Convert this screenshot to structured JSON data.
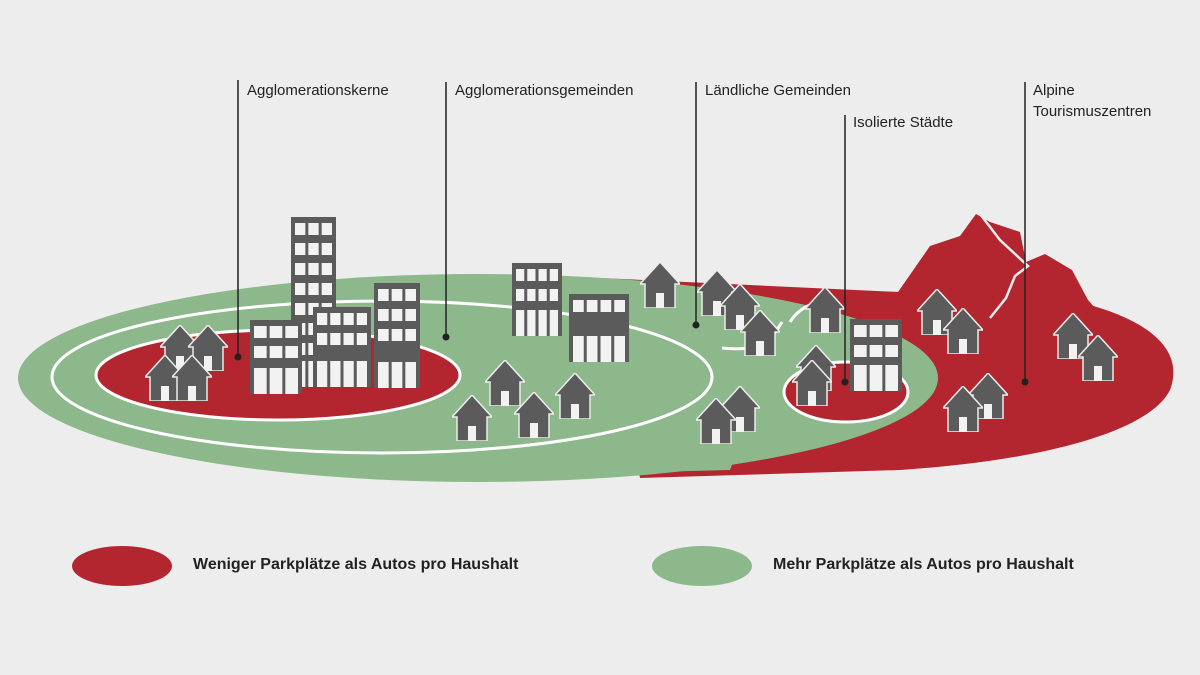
{
  "colors": {
    "background": "#ededed",
    "red": "#b3262f",
    "green": "#8db88c",
    "building": "#5b5b5b",
    "window": "#f2f2f2",
    "line": "#222222"
  },
  "labels": {
    "agglomerationskerne": "Agglomerationskerne",
    "agglomerationsgemeinden": "Agglomerationsgemeinden",
    "laendliche_gemeinden": "Ländliche Gemeinden",
    "isolierte_staedte": "Isolierte Städte",
    "alpine_line1": "Alpine",
    "alpine_line2": "Tourismuszentren"
  },
  "legend": {
    "red_label": "Weniger Parkplätze als Autos pro Haushalt",
    "green_label": "Mehr Parkplätze als Autos pro Haushalt"
  },
  "icons": {
    "house": "house-icon",
    "building": "building-icon",
    "mountain": "mountain-icon"
  }
}
